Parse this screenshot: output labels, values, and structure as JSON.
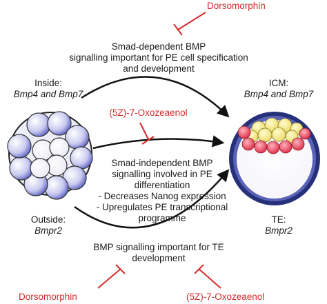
{
  "colors": {
    "inhibitor": "#d42a2a",
    "arrow": "#111111",
    "text": "#1a1a1a",
    "blastomere_light": "#ffffff",
    "blastomere_dark": "#3c3fb5",
    "icm_cell": "#f3e97a",
    "pe_cell": "#e8344b",
    "blastocyst_rim": "#27317a"
  },
  "inhibitors": {
    "top": "Dorsomorphin",
    "middle": "(5Z)-7-Oxozeaenol",
    "bottom_left": "Dorsomorphin",
    "bottom_right": "(5Z)-7-Oxozeaenol"
  },
  "pathways": {
    "smad_dependent": [
      "Smad-dependent BMP",
      "signalling important for PE cell specification",
      "and development"
    ],
    "smad_independent": [
      "Smad-independent BMP",
      "signalling  involved in PE",
      "differentiation",
      "- Decreases Nanog  expression",
      "- Upregulates PE transcriptional",
      "programme"
    ],
    "te_signalling": [
      "BMP signalling important for TE",
      "development"
    ]
  },
  "morula": {
    "inside_label": "Inside:",
    "inside_genes": "Bmp4 and Bmp7",
    "outside_label": "Outside:",
    "outside_genes": "Bmpr2"
  },
  "blastocyst": {
    "icm_label": "ICM:",
    "icm_genes": "Bmp4 and Bmp7",
    "te_label": "TE:",
    "te_genes": "Bmpr2"
  }
}
